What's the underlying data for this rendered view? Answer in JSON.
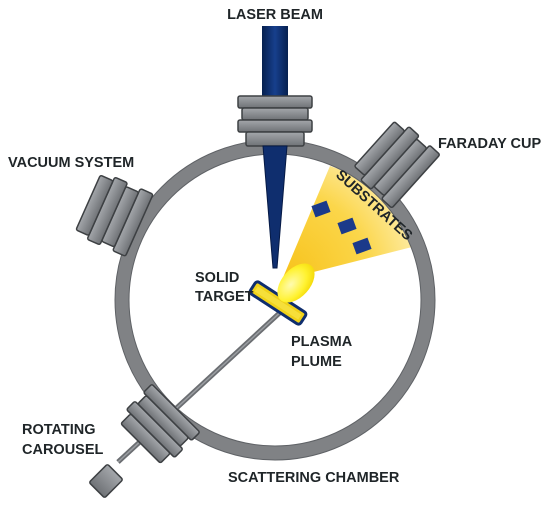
{
  "labels": {
    "laser_beam": "LASER BEAM",
    "faraday_cup": "FARADAY CUP",
    "vacuum_system": "VACUUM SYSTEM",
    "substrates": "SUBSTRATES",
    "solid_target_line1": "SOLID",
    "solid_target_line2": "TARGET",
    "plasma_plume_line1": "PLASMA",
    "plasma_plume_line2": "PLUME",
    "rotating_carousel_line1": "ROTATING",
    "rotating_carousel_line2": "CAROUSEL",
    "scattering_chamber": "SCATTERING CHAMBER"
  },
  "colors": {
    "chamber_wall": "#808285",
    "flange": "#8c8f93",
    "flange_stroke": "#3d4043",
    "laser": "#0f2e6e",
    "laser_edge": "#061a45",
    "plume": "#fff030",
    "cone_inner": "#fbd52e",
    "cone_outer": "#fff4c4",
    "substrate": "#1b3a8a",
    "target": "#f0d21a",
    "text": "#1f2528"
  }
}
